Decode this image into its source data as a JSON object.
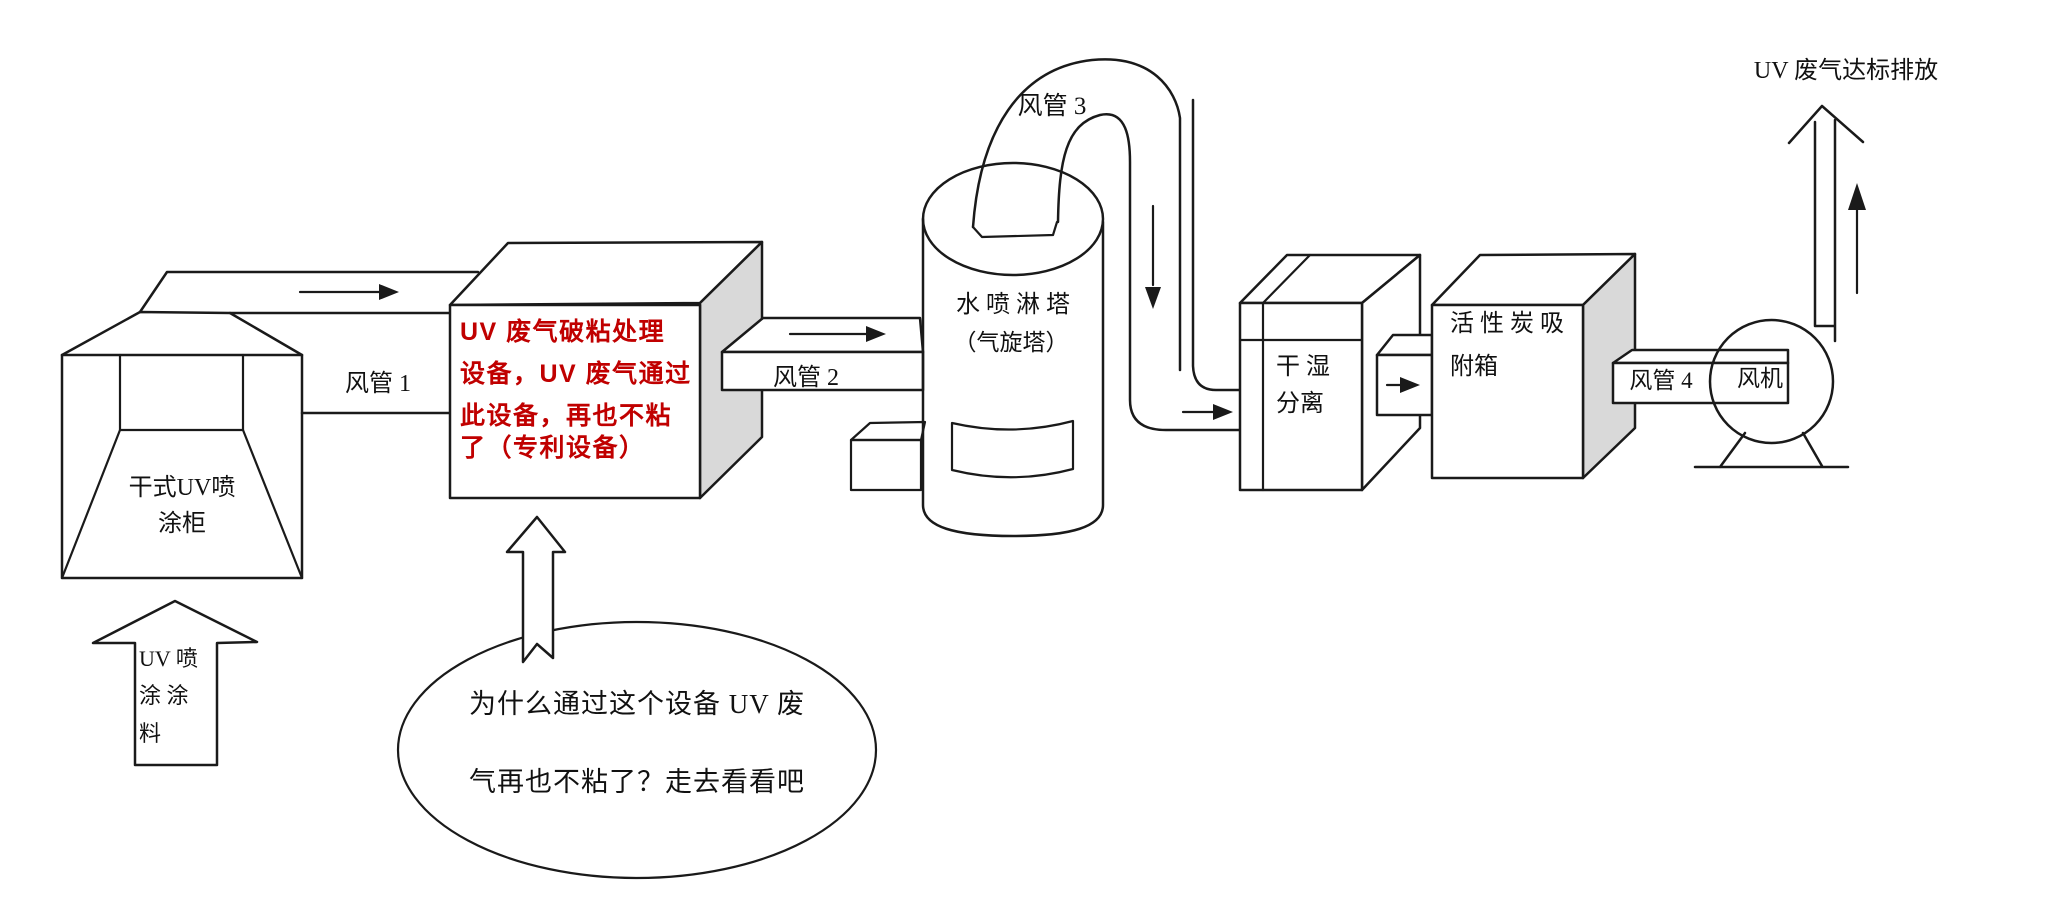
{
  "colors": {
    "line": "#1a1a1a",
    "side_face": "#d9d9d9",
    "red_text": "#c00000",
    "background": "#ffffff"
  },
  "booth": {
    "line1": "干式UV喷",
    "line2": "涂柜"
  },
  "inlet_arrow": {
    "line1": "UV 喷",
    "line2": "涂 涂",
    "line3": "料"
  },
  "ducts": {
    "d1": "风管 1",
    "d2": "风管 2",
    "d3": "风管 3",
    "d4": "风管 4"
  },
  "treatment_box": {
    "line1": "UV 废气破粘处理",
    "line2": "设备，UV 废气通过",
    "line3": "此设备，再也不粘",
    "line4": "了（专利设备）"
  },
  "tower": {
    "line1": "水 喷 淋 塔",
    "line2": "（气旋塔）"
  },
  "separator": {
    "line1": "干 湿",
    "line2": "分离"
  },
  "carbon": {
    "line1": "活 性 炭 吸",
    "line2": "附箱"
  },
  "fan": {
    "label": "风机"
  },
  "outlet": {
    "label": "UV 废气达标排放"
  },
  "bubble": {
    "line1": "为什么通过这个设备 UV 废",
    "line2": "气再也不粘了？走去看看吧"
  }
}
